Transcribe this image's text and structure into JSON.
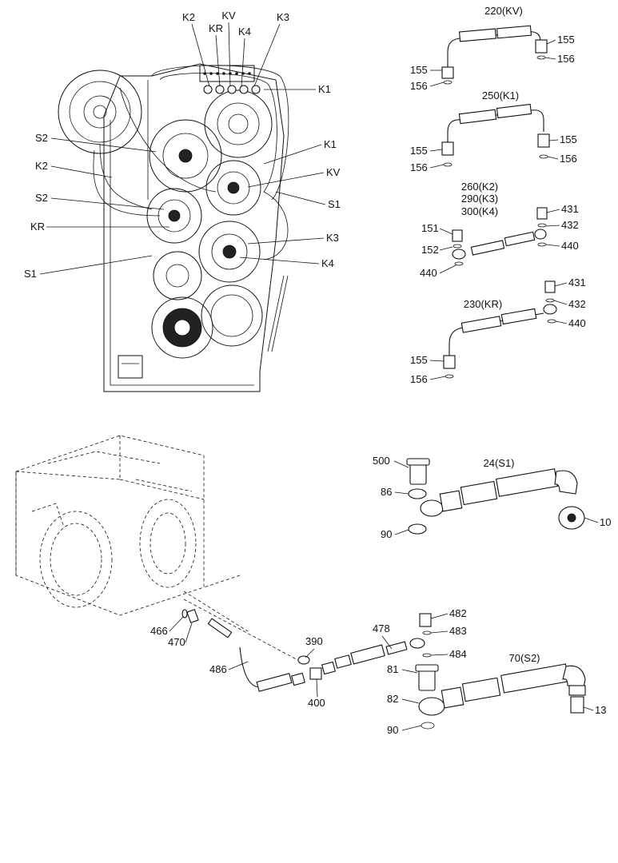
{
  "front_view": {
    "top_labels": [
      "K2",
      "KR",
      "KV",
      "K4",
      "K3"
    ],
    "left_labels": [
      "S2",
      "K2",
      "S2",
      "KR",
      "S1"
    ],
    "right_labels": [
      "K1",
      "K1",
      "KV",
      "S1",
      "K3",
      "K4"
    ]
  },
  "kits": {
    "kv": {
      "title": "220(KV)",
      "parts": [
        "155",
        "156",
        "155",
        "156"
      ]
    },
    "k1": {
      "title": "250(K1)",
      "parts": [
        "155",
        "156",
        "155",
        "156"
      ]
    },
    "k2k3k4": {
      "titles": [
        "260(K2)",
        "290(K3)",
        "300(K4)"
      ],
      "parts": [
        "151",
        "152",
        "440",
        "431",
        "432",
        "440"
      ]
    },
    "kr": {
      "title": "230(KR)",
      "parts": [
        "431",
        "432",
        "440",
        "155",
        "156"
      ]
    },
    "s1": {
      "title": "24(S1)",
      "parts": [
        "500",
        "86",
        "90",
        "10"
      ]
    },
    "s2": {
      "title": "70(S2)",
      "parts": [
        "81",
        "82",
        "90",
        "13"
      ]
    }
  },
  "bottom_assembly": {
    "parts": [
      "466",
      "470",
      "486",
      "390",
      "400",
      "478",
      "482",
      "483",
      "484"
    ]
  }
}
